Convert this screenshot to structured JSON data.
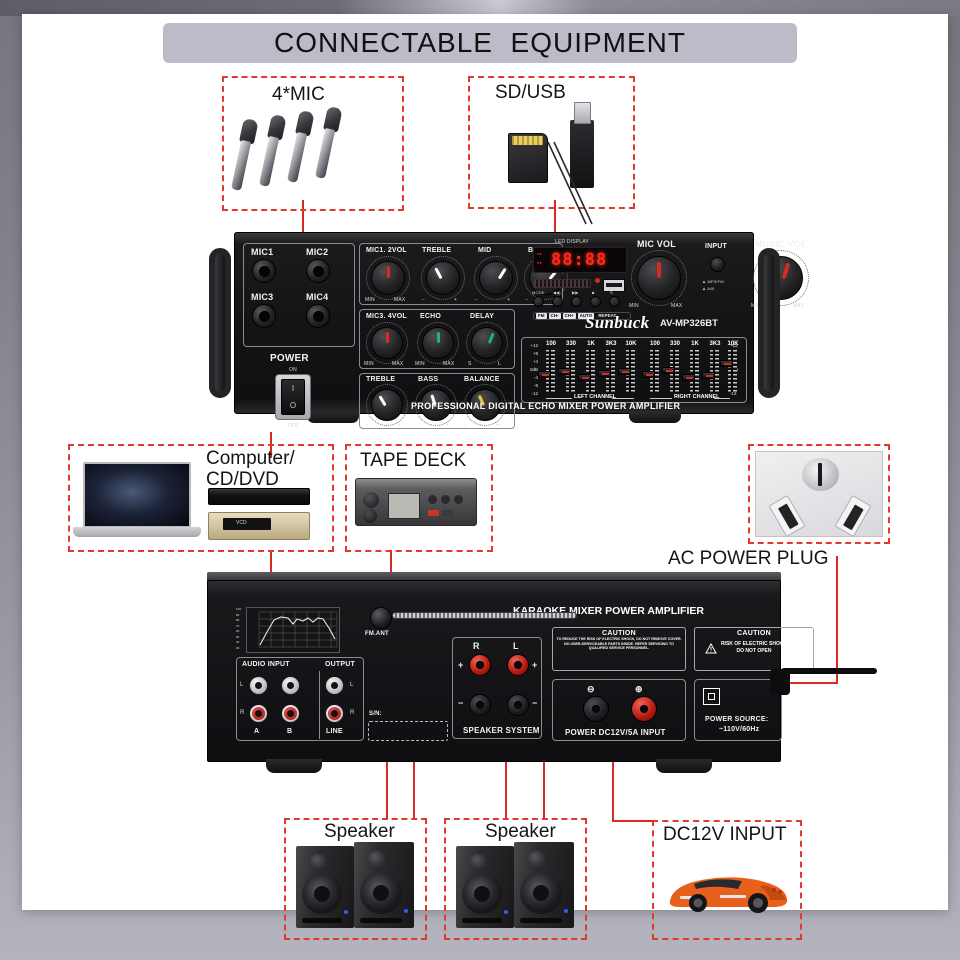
{
  "page": {
    "title": "CONNECTABLE  EQUIPMENT",
    "accent_color": "#e2392f",
    "banner_color": "#bcbcc8",
    "background_color": "#6f6f78"
  },
  "callouts": [
    {
      "id": "mic",
      "label": "4*MIC"
    },
    {
      "id": "sdusb",
      "label": "SD/USB"
    },
    {
      "id": "computer",
      "label": "Computer/\nCD/DVD"
    },
    {
      "id": "tape",
      "label": "TAPE DECK"
    },
    {
      "id": "acplug",
      "label": "AC POWER PLUG"
    },
    {
      "id": "speaker1",
      "label": "Speaker"
    },
    {
      "id": "speaker2",
      "label": "Speaker"
    },
    {
      "id": "dc12v",
      "label": "DC12V INPUT"
    }
  ],
  "front_panel": {
    "brand": "Sunbuck",
    "model": "AV-MP326BT",
    "footer": "PROFESSIONAL DIGITAL ECHO MIXER POWER AMPLIFIER",
    "mic_jacks": [
      "MIC1",
      "MIC2",
      "MIC3",
      "MIC4"
    ],
    "power": {
      "title": "POWER",
      "on": "ON",
      "off": "OFF"
    },
    "knob_group_1": {
      "knobs": [
        {
          "label": "MIC1. 2VOL",
          "min": "MIN",
          "max": "MAX",
          "indicator_color": "#d92a21"
        },
        {
          "label": "TREBLE",
          "min": "−",
          "max": "+",
          "indicator_color": "#ffffff"
        },
        {
          "label": "MID",
          "min": "−",
          "max": "+",
          "indicator_color": "#ffffff"
        },
        {
          "label": "BASS",
          "min": "−",
          "max": "+",
          "indicator_color": "#ffffff"
        }
      ]
    },
    "knob_group_2": {
      "knobs": [
        {
          "label": "MIC3. 4VOL",
          "min": "MIN",
          "max": "MAX",
          "indicator_color": "#d92a21"
        },
        {
          "label": "ECHO",
          "min": "MIN",
          "max": "MAX",
          "indicator_color": "#1fb57a"
        },
        {
          "label": "DELAY",
          "min": "S",
          "max": "L",
          "indicator_color": "#1fb57a"
        }
      ]
    },
    "knob_group_3": {
      "knobs": [
        {
          "label": "TREBLE",
          "min": "−",
          "max": "+",
          "indicator_color": "#ffffff"
        },
        {
          "label": "BASS",
          "min": "−",
          "max": "+",
          "indicator_color": "#ffffff"
        },
        {
          "label": "BALANCE",
          "min": "L",
          "max": "R",
          "indicator_color": "#e8c93a"
        }
      ]
    },
    "display": {
      "title": "LED DISPLAY",
      "digits": "88:88",
      "mini_labels": [
        "▪▪",
        "▪▪"
      ]
    },
    "transport_buttons": [
      "MODE",
      "◀◀",
      "▶▶",
      "■",
      "↻"
    ],
    "mode_strip": [
      "FM",
      "CH-",
      "CH+",
      "AUTO",
      "REPEAT"
    ],
    "big_knobs": [
      {
        "label": "MIC VOL",
        "min": "MIN",
        "max": "MAX"
      },
      {
        "label": "MUSIC VOL",
        "min": "MIN",
        "max": "MAX"
      }
    ],
    "input_selector": {
      "label": "INPUT",
      "options": [
        "MP3/FM",
        "A/B"
      ]
    },
    "equalizer": {
      "db_scale": [
        "+12",
        "+8",
        "+4",
        "0dB",
        "-4",
        "-8",
        "-12"
      ],
      "left_channel_label": "LEFT CHANNEL",
      "right_channel_label": "RIGHT CHANNEL",
      "bands": [
        "100",
        "330",
        "1K",
        "3K3",
        "10K",
        "100",
        "330",
        "1K",
        "3K3",
        "10K"
      ]
    }
  },
  "rear_panel": {
    "title": "KARAOKE MIXER POWER AMPLIFIER",
    "fm_ant_label": "FM.ANT",
    "audio_input": {
      "title": "AUDIO INPUT",
      "left": "L",
      "right": "R",
      "groups": [
        "A",
        "B"
      ]
    },
    "output": {
      "title": "OUTPUT",
      "left": "L",
      "right": "R",
      "group": "LINE"
    },
    "serial_label": "S/N:",
    "speaker_system": {
      "title": "SPEAKER SYSTEM",
      "channels": [
        "R",
        "L"
      ],
      "plus": "+",
      "minus": "−"
    },
    "dc_input": {
      "title": "POWER DC12V/5A INPUT",
      "minus": "⊖",
      "plus": "⊕"
    },
    "caution_left": {
      "title": "CAUTION",
      "body": "TO REDUCE THE RISK OF ELECTRIC SHOCK, DO NOT REMOVE COVER. NO USER-SERVICEABLE PARTS INSIDE. REFER SERVICING TO QUALIFIED SERVICE PERSONNEL."
    },
    "caution_right": {
      "title": "CAUTION",
      "line1": "RISK OF ELECTRIC SHOCK",
      "line2": "DO NOT OPEN"
    },
    "power_source": {
      "title": "POWER SOURCE:",
      "value": "~110V/60Hz"
    }
  }
}
